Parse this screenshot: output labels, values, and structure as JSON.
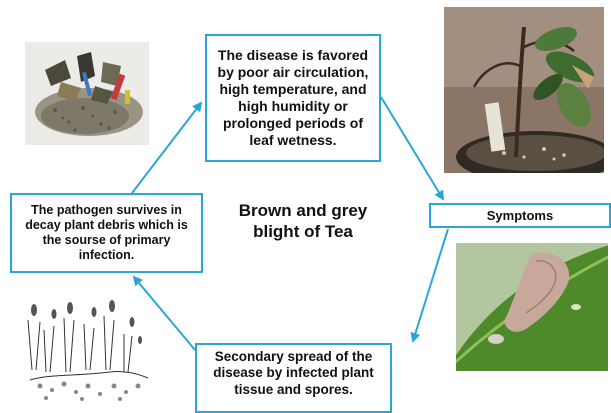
{
  "center_title": "Brown and grey blight of Tea",
  "boxes": {
    "top": "The disease is favored by poor air circulation, high temperature, and high humidity or prolonged periods of leaf wetness.",
    "right": "Symptoms",
    "bottom": "Secondary spread of the disease by infected plant tissue and spores.",
    "left": "The pathogen survives in decay plant debris which is the sourse of primary infection."
  },
  "colors": {
    "arrow": "#2aa6d6",
    "box_border": "#2aa6d6"
  }
}
